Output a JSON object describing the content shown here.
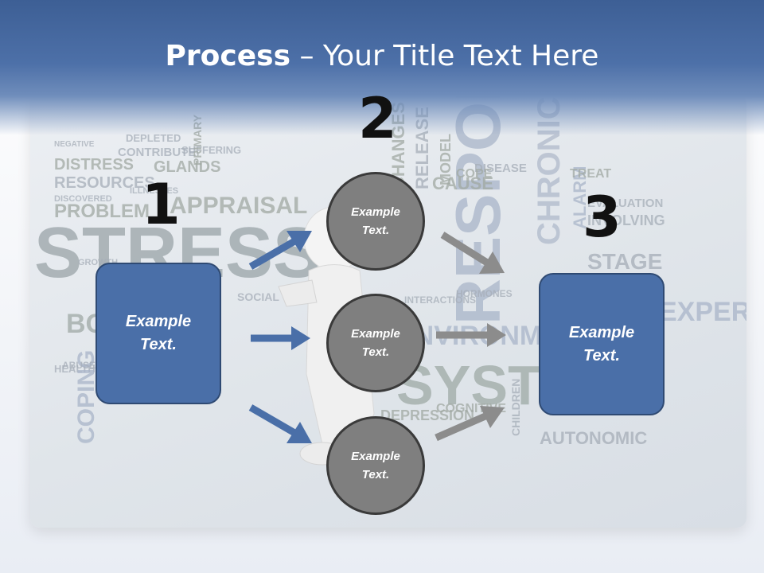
{
  "slide": {
    "title_bold": "Process",
    "title_rest": " – Your Title Text Here"
  },
  "steps": [
    {
      "number": "1",
      "box_text": "Example\nText."
    },
    {
      "number": "2",
      "circles": [
        "Example\nText.",
        "Example\nText.",
        "Example\nText."
      ]
    },
    {
      "number": "3",
      "box_text": "Example\nText."
    }
  ],
  "colors": {
    "header": "#4a6ea6",
    "box_fill": "#4a6fa8",
    "circle_fill": "#7f7f7f",
    "blue_arrow": "#4a6fa8",
    "gray_arrow": "#8c8c8c"
  },
  "background_words": [
    "STRESS",
    "RESPONSE",
    "SYSTEM",
    "PROBLEM",
    "RESOURCES",
    "DISTRESS",
    "GLANDS",
    "CONTRIBUTE",
    "DEPLETED",
    "CHRONIC",
    "ALARM",
    "STAGE",
    "TREAT",
    "EVALUATION",
    "INVOLVING",
    "AUTONOMIC",
    "DEPRESSION",
    "COGNITIVE",
    "DISEASE",
    "CAUSE",
    "MODEL",
    "RELEASE",
    "CHANGES",
    "COPE",
    "APPRAISAL",
    "BODY",
    "HEALTH",
    "COPING",
    "SOCIAL",
    "GROWTH",
    "NEGATIVE",
    "DISCOVERED",
    "ILLNESSES",
    "SUFFERING",
    "PRIMARY",
    "ENVIRONMENT",
    "INTERACTIONS",
    "EXPERIENCES",
    "CHILDREN",
    "HORMONES",
    "ABUSE"
  ]
}
